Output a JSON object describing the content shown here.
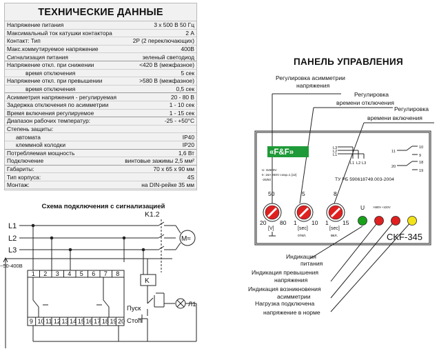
{
  "specs": {
    "title": "ТЕХНИЧЕСКИЕ ДАННЫЕ",
    "rows": [
      {
        "k": "Напряжение питания",
        "v": "3 х 500 В 50 Гц"
      },
      {
        "k": "Максимальный ток катушки контактора",
        "v": "2 А"
      },
      {
        "k": "Контакт: Тип",
        "v": "2P (2 переключающих)"
      },
      {
        "k": "Макс.коммутируемое напряжение",
        "v": "400В"
      },
      {
        "k": "Сигнализация питания",
        "v": "зеленый светодиод"
      },
      {
        "k": "Напряжение откл. при снижении",
        "v": "<420 В (межфазное)"
      },
      {
        "k": "время отключения",
        "v": "5 сек",
        "sub": true
      },
      {
        "k": "Напряжение откл. при превышении",
        "v": ">580 В (межфазное)"
      },
      {
        "k": "время отключения",
        "v": "0,5 сек",
        "sub": true
      },
      {
        "k": "Асимметрия напряжения - регулируемая",
        "v": "20 - 80 В"
      },
      {
        "k": "Задержка отключения по асимметрии",
        "v": "1 - 10 сек"
      },
      {
        "k": "Время включения регулируемое",
        "v": "1 - 15 сек"
      },
      {
        "k": "Диапазон рабочих температур:",
        "v": "-25 - +50°С"
      },
      {
        "k": "Степень защиты:",
        "v": ""
      },
      {
        "k": "автомата",
        "v": "IP40",
        "sub2": true
      },
      {
        "k": "клеммной колодки",
        "v": "IP20",
        "sub2": true
      },
      {
        "k": "Потребляемая мощность",
        "v": "1,6 Вт"
      },
      {
        "k": "Подключение",
        "v": "винтовые зажимы 2,5 мм²"
      },
      {
        "k": "Габариты:",
        "v": "70 х 65 х 90 мм"
      },
      {
        "k": "Тип корпуса:",
        "v": "4S"
      },
      {
        "k": "Монтаж:",
        "v": "на DIN-рейке 35 мм"
      }
    ]
  },
  "scheme": {
    "title": "Схема подключения с сигнализацией",
    "lines": [
      "L1",
      "L2",
      "L3"
    ],
    "relay_label": "K1.2",
    "motor": "M≈",
    "k_label": "K",
    "voltage": "~50-400В",
    "top_terminals": [
      "1",
      "2",
      "3",
      "4",
      "5",
      "6",
      "7",
      "8"
    ],
    "bottom_terminals": [
      "9",
      "10",
      "11",
      "12",
      "13",
      "14",
      "15",
      "16",
      "17",
      "18",
      "19",
      "20"
    ],
    "start": "Пуск",
    "stop": "Стоп",
    "lamp": "Л1"
  },
  "panel": {
    "title": "ПАНЕЛЬ УПРАВЛЕНИЯ",
    "callouts_top": [
      "Регулировка асимметрии",
      "напряжения",
      "Регулировка",
      "времени отключения",
      "Регулировка",
      "времени включения"
    ],
    "logo": "«F&F»",
    "specs_small": [
      "U: 3x500V",
      "II: 16A 250V cosφ=1 [x2]",
      "-25/50"
    ],
    "tu": "ТУ РБ 590618749.003-2004",
    "contacts_left": [
      "L3",
      "L2",
      "L1"
    ],
    "contacts_bottom": [
      "L1",
      "L2",
      "L3"
    ],
    "contacts_right": [
      "11",
      "10",
      "9",
      "18",
      "20",
      "19"
    ],
    "knob1": {
      "min": "20",
      "max": "80",
      "top": "50",
      "unit": "[V]"
    },
    "knob2": {
      "min": "1",
      "max": "10",
      "top": "5",
      "unit": "[sec]",
      "sub": "откл."
    },
    "knob3": {
      "min": "1",
      "max": "15",
      "top": "8",
      "unit": "[sec]",
      "sub": "вкл."
    },
    "led_labels": [
      "U",
      ">580V\n<420V"
    ],
    "model": "CKF-345",
    "callouts_bottom": [
      "Индикация",
      "питания",
      "Индикация превышения",
      "напряжения",
      "Индикация возникновения",
      "асимметрии",
      "Нагрузка подключена",
      "напряжение в норме"
    ],
    "colors": {
      "red": "#e02020",
      "green": "#19a11b",
      "yellow": "#f2e21a",
      "logo_bg": "#1f9a38"
    }
  }
}
